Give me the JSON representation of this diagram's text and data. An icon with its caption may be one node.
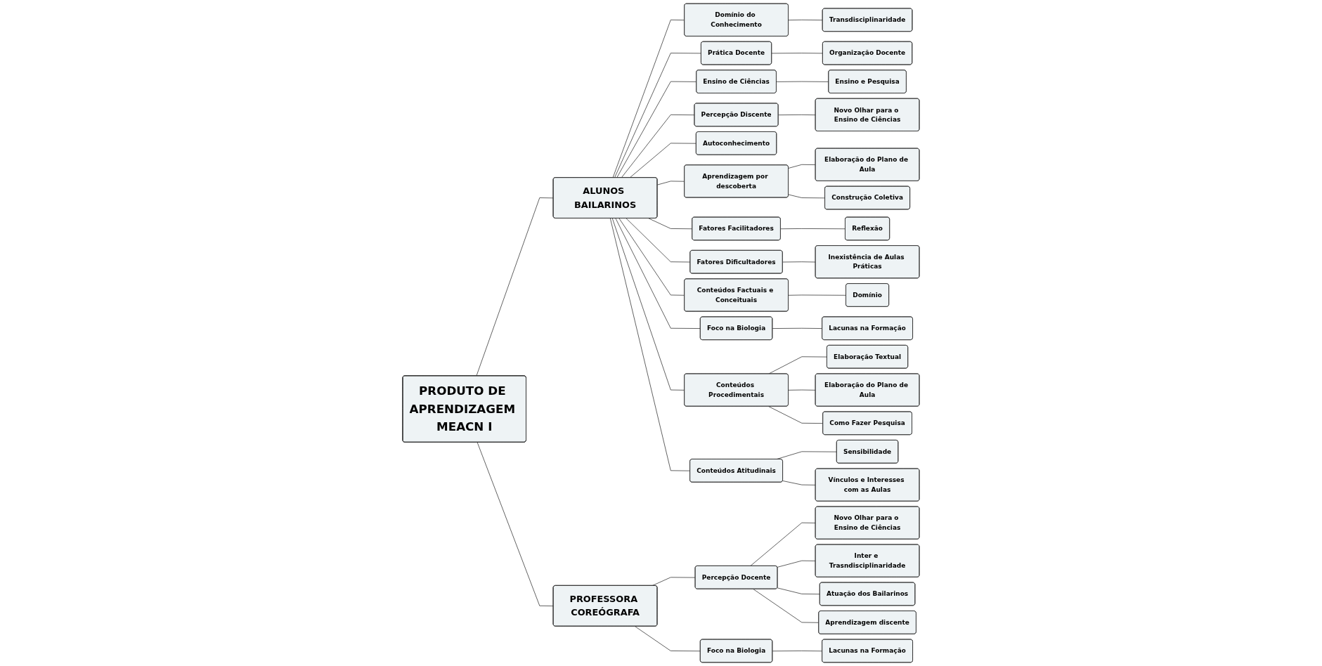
{
  "diagram": {
    "nodes": [
      {
        "text": [
          "PRODUTO DE APRENDIZAGEM MEACN I"
        ]
      },
      {
        "text": [
          "ALUNOS BAILARINOS"
        ]
      },
      {
        "text": [
          "PROFESSORA COREÓGRAFA"
        ]
      },
      {
        "text": [
          "Domínio do Conhecimento"
        ]
      },
      {
        "text": [
          "Transdisciplinaridade"
        ]
      },
      {
        "text": [
          "Prática Docente"
        ]
      },
      {
        "text": [
          "Organização Docente"
        ]
      },
      {
        "text": [
          "Ensino de Ciências"
        ]
      },
      {
        "text": [
          "Ensino e Pesquisa"
        ]
      },
      {
        "text": [
          "Percepção Discente"
        ]
      },
      {
        "text": [
          "Novo Olhar para o Ensino de Ciências"
        ]
      },
      {
        "text": [
          "Autoconhecimento"
        ]
      },
      {
        "text": [
          "Aprendizagem por descoberta"
        ]
      },
      {
        "text": [
          "Elaboração do Plano de Aula"
        ]
      },
      {
        "text": [
          "Construção Coletiva"
        ]
      },
      {
        "text": [
          "Fatores Facilitadores"
        ]
      },
      {
        "text": [
          "Reflexão"
        ]
      },
      {
        "text": [
          "Fatores Dificultadores"
        ]
      },
      {
        "text": [
          "Inexistência de Aulas Práticas"
        ]
      },
      {
        "text": [
          "Conteúdos Factuais e Conceituais"
        ]
      },
      {
        "text": [
          "Domínio"
        ]
      },
      {
        "text": [
          "Foco na Biologia"
        ]
      },
      {
        "text": [
          "Lacunas na Formação"
        ]
      },
      {
        "text": [
          "Conteúdos Procedimentais"
        ]
      },
      {
        "text": [
          "Elaboração Textual"
        ]
      },
      {
        "text": [
          "Elaboração do Plano de Aula"
        ]
      },
      {
        "text": [
          "Como Fazer Pesquisa"
        ]
      },
      {
        "text": [
          "Conteúdos Atitudinais"
        ]
      },
      {
        "text": [
          "Sensibilidade"
        ]
      },
      {
        "text": [
          "Vínculos e Interesses com as Aulas"
        ]
      },
      {
        "text": [
          "Percepção Docente"
        ]
      },
      {
        "text": [
          "Novo Olhar para o Ensino de Ciências"
        ]
      },
      {
        "text": [
          "Inter e Trasndisciplinaridade"
        ]
      },
      {
        "text": [
          "Atuação dos Bailarinos"
        ]
      },
      {
        "text": [
          "Aprendizagem discente"
        ]
      },
      {
        "text": [
          "Foco na Biologia"
        ]
      },
      {
        "text": [
          "Lacunas na Formação"
        ]
      }
    ],
    "edges": [
      {
        "from": 0,
        "to": 1,
        "arrow": "none"
      },
      {
        "from": 0,
        "to": 2,
        "arrow": "none"
      },
      {
        "from": 1,
        "to": 3,
        "arrow": "none"
      },
      {
        "from": 3,
        "to": 4,
        "arrow": "none"
      },
      {
        "from": 1,
        "to": 5,
        "arrow": "none"
      },
      {
        "from": 5,
        "to": 6,
        "arrow": "none"
      },
      {
        "from": 1,
        "to": 7,
        "arrow": "none"
      },
      {
        "from": 7,
        "to": 8,
        "arrow": "none"
      },
      {
        "from": 1,
        "to": 9,
        "arrow": "none"
      },
      {
        "from": 9,
        "to": 10,
        "arrow": "none"
      },
      {
        "from": 1,
        "to": 11,
        "arrow": "none"
      },
      {
        "from": 1,
        "to": 12,
        "arrow": "none"
      },
      {
        "from": 12,
        "to": 13,
        "arrow": "none"
      },
      {
        "from": 12,
        "to": 14,
        "arrow": "none"
      },
      {
        "from": 1,
        "to": 15,
        "arrow": "none"
      },
      {
        "from": 15,
        "to": 16,
        "arrow": "none"
      },
      {
        "from": 1,
        "to": 17,
        "arrow": "none"
      },
      {
        "from": 17,
        "to": 18,
        "arrow": "none"
      },
      {
        "from": 1,
        "to": 19,
        "arrow": "none"
      },
      {
        "from": 19,
        "to": 20,
        "arrow": "none"
      },
      {
        "from": 1,
        "to": 21,
        "arrow": "none"
      },
      {
        "from": 21,
        "to": 22,
        "arrow": "none"
      },
      {
        "from": 1,
        "to": 23,
        "arrow": "none"
      },
      {
        "from": 23,
        "to": 24,
        "arrow": "none"
      },
      {
        "from": 23,
        "to": 25,
        "arrow": "none"
      },
      {
        "from": 23,
        "to": 26,
        "arrow": "none"
      },
      {
        "from": 1,
        "to": 27,
        "arrow": "none"
      },
      {
        "from": 27,
        "to": 28,
        "arrow": "none"
      },
      {
        "from": 27,
        "to": 29,
        "arrow": "none"
      },
      {
        "from": 2,
        "to": 30,
        "arrow": "none"
      },
      {
        "from": 30,
        "to": 31,
        "arrow": "none"
      },
      {
        "from": 30,
        "to": 32,
        "arrow": "none"
      },
      {
        "from": 30,
        "to": 33,
        "arrow": "none"
      },
      {
        "from": 30,
        "to": 34,
        "arrow": "none"
      },
      {
        "from": 2,
        "to": 35,
        "arrow": "none"
      },
      {
        "from": 35,
        "to": 36,
        "arrow": "none"
      }
    ]
  }
}
